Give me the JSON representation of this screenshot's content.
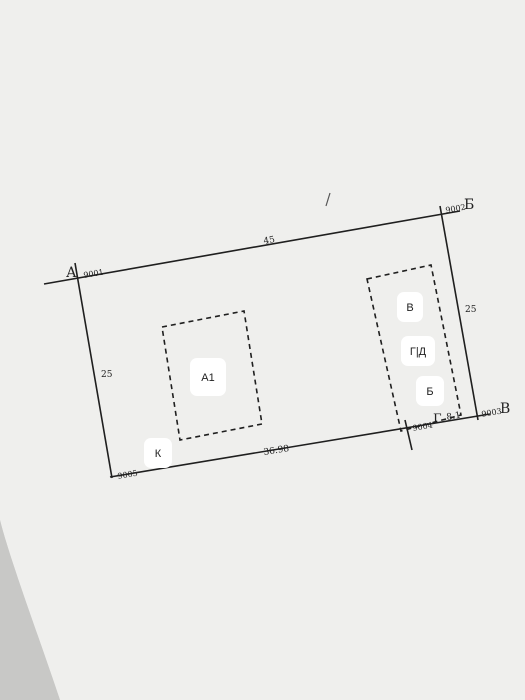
{
  "corners": {
    "a": {
      "letter": "А",
      "number": "9001"
    },
    "b": {
      "letter": "Б",
      "number": "9002"
    },
    "v": {
      "letter": "В",
      "number": "9003"
    },
    "g": {
      "letter": "Г",
      "number": "9004"
    },
    "d": {
      "number": "9005"
    }
  },
  "dimensions": {
    "top": "45",
    "left": "25",
    "right": "25",
    "bottom": "36.98",
    "bottom_right": "8.1"
  },
  "labels": {
    "a1": "А1",
    "v": "В",
    "gd": "Г|Д",
    "b": "Б",
    "k": "К"
  }
}
